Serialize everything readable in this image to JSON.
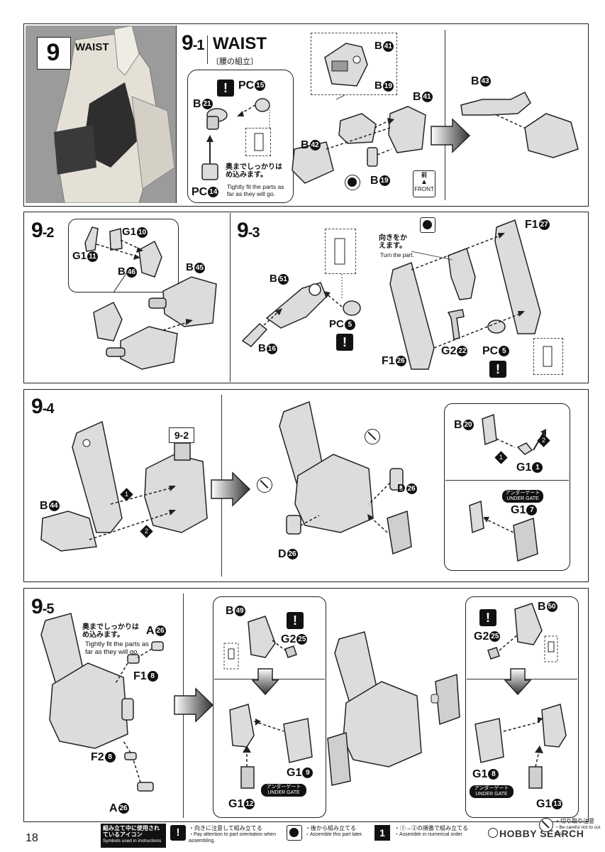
{
  "page_number": "18",
  "watermark": "HOBBY SEARCH",
  "step9": {
    "number": "9",
    "title": "WAIST"
  },
  "step9_1": {
    "label_main": "9",
    "label_sub": "-1",
    "title": "WAIST",
    "subtitle_jp": "〔腰の組立〕",
    "parts": {
      "b41_top": "B",
      "b41_top_num": "41",
      "b19_top": "B",
      "b19_top_num": "19",
      "pc15": "PC",
      "pc15_num": "15",
      "b21": "B",
      "b21_num": "21",
      "b41": "B",
      "b41_num": "41",
      "b42": "B",
      "b42_num": "42",
      "b19": "B",
      "b19_num": "19",
      "pc14": "PC",
      "pc14_num": "14",
      "b43": "B",
      "b43_num": "43"
    },
    "note_jp": "奥までしっかりはめ込みます。",
    "note_en": "Tightly fit the parts as far as they will go.",
    "front_jp": "前",
    "front_en": "FRONT"
  },
  "step9_2": {
    "label_main": "9",
    "label_sub": "-2",
    "parts": {
      "g1_10": "G1",
      "g1_10_num": "10",
      "g1_11": "G1",
      "g1_11_num": "11",
      "b46": "B",
      "b46_num": "46",
      "b45": "B",
      "b45_num": "45"
    }
  },
  "step9_3": {
    "label_main": "9",
    "label_sub": "-3",
    "parts": {
      "b51": "B",
      "b51_num": "51",
      "b16": "B",
      "b16_num": "16",
      "pc5a": "PC",
      "pc5a_num": "5",
      "f1_27": "F1",
      "f1_27_num": "27",
      "f1_26": "F1",
      "f1_26_num": "26",
      "g2_22": "G2",
      "g2_22_num": "22",
      "pc5b": "PC",
      "pc5b_num": "5"
    },
    "turn_jp": "向きをかえます。",
    "turn_en": "Turn the part."
  },
  "step9_4": {
    "label_main": "9",
    "label_sub": "-4",
    "ref": "9-2",
    "parts": {
      "b44": "B",
      "b44_num": "44",
      "d26a": "D",
      "d26a_num": "26",
      "d26b": "D",
      "d26b_num": "26",
      "b20": "B",
      "b20_num": "20",
      "g1_1": "G1",
      "g1_1_num": "1",
      "g1_7": "G1",
      "g1_7_num": "7"
    },
    "under_gate_jp": "アンダーゲート",
    "under_gate_en": "UNDER GATE",
    "order1": "1",
    "order2": "2"
  },
  "step9_5": {
    "label_main": "9",
    "label_sub": "-5",
    "note_jp": "奥までしっかりはめ込みます。",
    "note_en": "Tightly fit the parts as far as they will go.",
    "parts": {
      "a26a": "A",
      "a26a_num": "26",
      "f1_8": "F1",
      "f1_8_num": "8",
      "f2_8": "F2",
      "f2_8_num": "8",
      "a26b": "A",
      "a26b_num": "26",
      "b49": "B",
      "b49_num": "49",
      "g2_25a": "G2",
      "g2_25a_num": "25",
      "g1_12": "G1",
      "g1_12_num": "12",
      "g1_9": "G1",
      "g1_9_num": "9",
      "b50": "B",
      "b50_num": "50",
      "g2_25b": "G2",
      "g2_25b_num": "25",
      "g1_8": "G1",
      "g1_8_num": "8",
      "g1_13": "G1",
      "g1_13_num": "13"
    },
    "under_gate_jp": "アンダーゲート",
    "under_gate_en": "UNDER GATE"
  },
  "footer": {
    "legend_title_jp": "組み立て中に使用されているアイコン",
    "legend_title_en": "Symbols used in instructions",
    "orient_jp": "・向きに注意して組み立てる",
    "orient_en": "・Pay attention to part orientation when assembling.",
    "later_jp": "・後から組み立てる",
    "later_en": "・Assemble this part later.",
    "order_jp": "・①→②の順番で組み立てる",
    "order_en": "・Assemble in numerical order",
    "cut_jp": "・切り取り注意",
    "cut_en": "・Be careful not to cut this"
  }
}
